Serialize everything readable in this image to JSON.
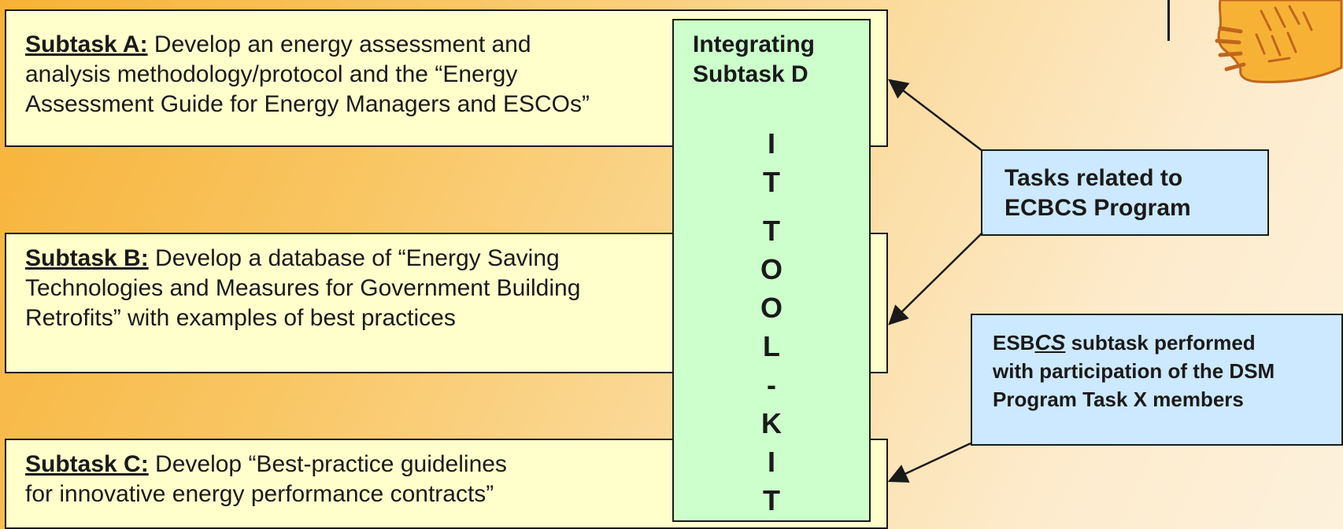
{
  "subtasks": {
    "a": {
      "label": "Subtask A:",
      "line1_rest": " Develop an energy assessment and",
      "line2": "analysis methodology/protocol and the “Energy",
      "line3": "Assessment Guide for Energy Managers and ESCOs”"
    },
    "b": {
      "label": "Subtask B:",
      "line1_rest": " Develop a database of “Energy Saving",
      "line2": "Technologies and Measures for Government Building",
      "line3": "Retrofits” with examples of best practices"
    },
    "c": {
      "label": "Subtask C:",
      "line1_rest": " Develop “Best-practice guidelines",
      "line2": "for innovative energy performance contracts”"
    }
  },
  "subtask_d": {
    "title_line1": "Integrating",
    "title_line2": "Subtask D",
    "letters": [
      "I",
      "T",
      "T",
      "O",
      "O",
      "L",
      "-",
      "K",
      "I",
      "T"
    ]
  },
  "callouts": {
    "ecbcs": {
      "line1": "Tasks related to",
      "line2": "ECBCS Program"
    },
    "esbcs": {
      "prefix": "ESB",
      "emphasis": "CS",
      "line1_rest": " subtask performed",
      "line2": "with participation of the DSM",
      "line3": "Program Task X members"
    }
  },
  "colors": {
    "subtask_fill": "#ffffcc",
    "integrating_fill": "#ccffcc",
    "callout_fill": "#cce9ff",
    "logo_fill": "#f7b236"
  },
  "icons": [
    "arrow-to-subtask-a",
    "arrow-to-subtask-b",
    "arrow-to-subtask-c",
    "partial-logo"
  ]
}
